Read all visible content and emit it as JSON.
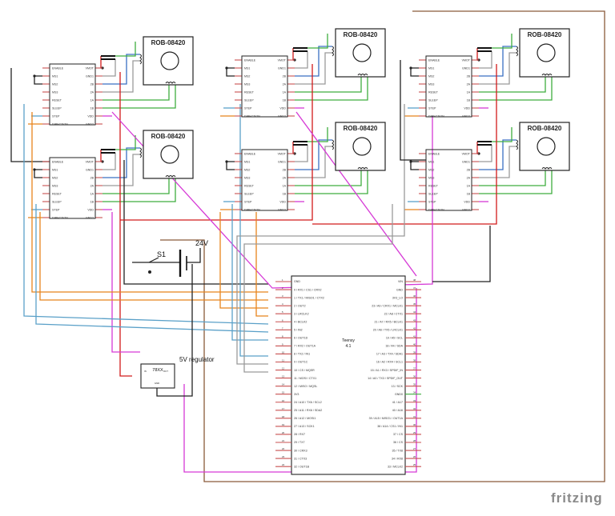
{
  "colors": {
    "grey": "#9a9a9a",
    "black": "#222222",
    "red": "#d21a1a",
    "green": "#3fae3f",
    "blue": "#3a6fc2",
    "orange": "#e8841c",
    "magenta": "#d63ad6",
    "brown": "#8a5a3a",
    "steelblue": "#5aa0c8",
    "pin": "#c85050",
    "teensy_gnd_pin": "#3fae3f"
  },
  "motor_label": "ROB-08420",
  "driver": {
    "left_pins": [
      "ENABLE",
      "MS1",
      "MS2",
      "MS3",
      "RESET",
      "SLEEP",
      "STEP",
      "DIRECTION"
    ],
    "right_pins": [
      "VMOT",
      "GND1",
      "2B",
      "2A",
      "1A",
      "1B",
      "VDD",
      "GND2"
    ]
  },
  "switch_label": "S1",
  "battery_label": "24V",
  "regulator": {
    "name": "78XX",
    "in": "IN",
    "out": "OUT",
    "gnd": "GND",
    "label": "5V regulator"
  },
  "teensy": {
    "title": "Teensy",
    "subtitle": "4.1",
    "left_pins": [
      "GND",
      "0 / RX1 / CS1 / CRX2",
      "1 / TX1 / MISO1 / CTX2",
      "2 / OUT2",
      "3 / LRCLK2",
      "4 / BCLK2",
      "5 / IN2",
      "6 / OUT1D",
      "7 / RX2 / OUT1A",
      "8 / TX2 / IN1",
      "9 / OUT1C",
      "10 / CS / MQSR",
      "11 / MOSI / CTX1",
      "12 / MISO / MQSL",
      "3V3",
      "24 / A10 / TX6 / SCL2",
      "25 / A11 / RX6 / SDA2",
      "26 / A12 / MOSI1",
      "27 / A13 / SCK1",
      "28 / RX7",
      "29 / TX7",
      "30 / CRX3",
      "31 / CTX3",
      "32 / OUT1B"
    ],
    "right_pins": [
      "VIN",
      "GND",
      "3V3_LO",
      "23 / A9 / CRX1 / MCLK1",
      "22 / A8 / CTX1",
      "21 / A7 / RX5 / BCLK1",
      "20 / A6 / TX5 / LRCLK1",
      "19 / A5 / SCL",
      "18 / A4 / SDA",
      "17 / A3 / TX4 / SDA1",
      "16 / A2 / RX4 / SCL1",
      "15 / A1 / RX3 / SPDIF_IN",
      "14 / A0 / TX3 / SPDIF_OUT",
      "13 / SCK",
      "GND0",
      "41 / A17",
      "40 / A16",
      "39 / A15 / MISO1 / OUT1A",
      "38 / A14 / CS1 / IN1",
      "37 / CS",
      "36 / CS",
      "35 / TX8",
      "34 / RX8",
      "33 / MCLK2"
    ],
    "left_numbers": [
      "1",
      "2",
      "3",
      "4",
      "5",
      "6",
      "7",
      "8",
      "9",
      "10",
      "11",
      "12",
      "13",
      "14",
      "15",
      "16",
      "17",
      "18",
      "19",
      "20",
      "21",
      "22",
      "23",
      "24"
    ],
    "right_numbers": [
      "48",
      "47",
      "46",
      "45",
      "44",
      "43",
      "42",
      "41",
      "40",
      "39",
      "38",
      "37",
      "36",
      "35",
      "34",
      "33",
      "32",
      "31",
      "30",
      "29",
      "28",
      "27",
      "26",
      "25"
    ]
  },
  "brand": "fritzing"
}
